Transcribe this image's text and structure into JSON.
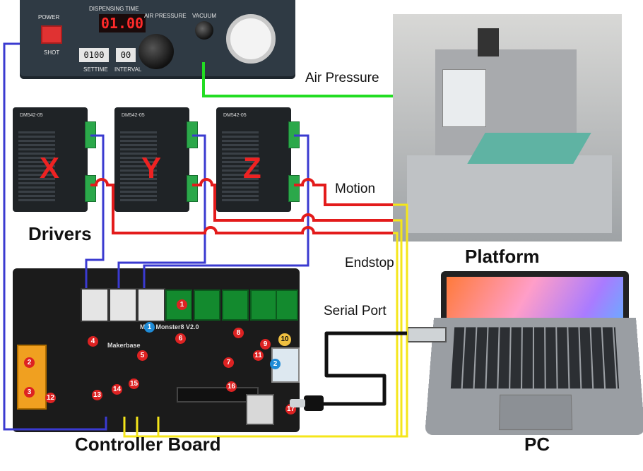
{
  "labels": {
    "air_pressure": "Air Pressure",
    "motion": "Motion",
    "drivers": "Drivers",
    "platform": "Platform",
    "endstop": "Endstop",
    "serial_port": "Serial Port",
    "controller_board": "Controller Board",
    "pc": "PC"
  },
  "dispenser": {
    "power": "POWER",
    "shot": "SHOT",
    "dispensing_time": "DISPENSING TIME",
    "display": "01.00",
    "air_pressure": "AIR PRESSURE",
    "vacuum": "VACUUM",
    "settime": "SETTIME",
    "interval": "INTERVAL",
    "dial_settime": "0100",
    "dial_interval": "00"
  },
  "drivers": [
    {
      "axis": "X",
      "model": "DM542-05"
    },
    {
      "axis": "Y",
      "model": "DM542-05"
    },
    {
      "axis": "Z",
      "model": "DM542-05"
    }
  ],
  "board": {
    "name": "MKS Monster8 V2.0",
    "brand": "Makerbase",
    "badges": [
      "1",
      "2",
      "3",
      "4",
      "5",
      "6",
      "7",
      "8",
      "9",
      "10",
      "11",
      "12",
      "13",
      "14",
      "15",
      "16",
      "17"
    ]
  },
  "colors": {
    "motion": "#e31b1b",
    "air": "#22dd22",
    "endstop": "#f5e61a",
    "power": "#3a3ad0",
    "serial": "#111111"
  }
}
